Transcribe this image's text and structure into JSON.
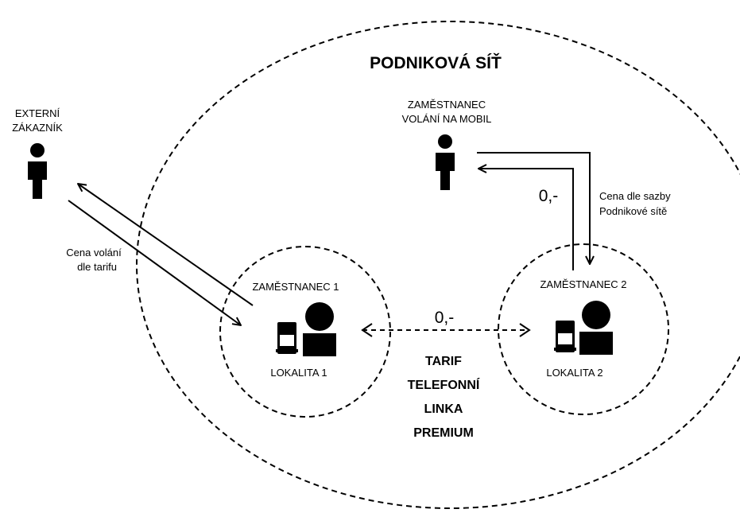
{
  "network": {
    "title": "PODNIKOVÁ SÍŤ"
  },
  "external_customer": {
    "label_line1": "EXTERNÍ",
    "label_line2": "ZÁKAZNÍK",
    "price_line1": "Cena volání",
    "price_line2": "dle tarifu"
  },
  "mobile_employee": {
    "label_line1": "ZAMĚSTNANEC",
    "label_line2": "VOLÁNÍ NA MOBIL",
    "price_amount": "0,-",
    "price_line1": "Cena dle sazby",
    "price_line2": "Podnikové sítě"
  },
  "location1": {
    "employee": "ZAMĚSTNANEC 1",
    "location": "LOKALITA 1"
  },
  "location2": {
    "employee": "ZAMĚSTNANEC 2",
    "location": "LOKALITA 2"
  },
  "inter_location": {
    "price": "0,-",
    "tariff_lines": [
      "TARIF",
      "TELEFONNÍ",
      "LINKA",
      "PREMIUM"
    ]
  }
}
